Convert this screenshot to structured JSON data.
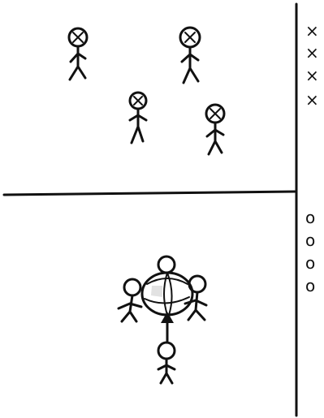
{
  "colors": {
    "ink": "#111111",
    "paper": "#ffffff"
  },
  "scoreboard": {
    "crosses": [
      "×",
      "×",
      "×",
      "×"
    ],
    "circles": [
      "o",
      "o",
      "o",
      "o"
    ]
  }
}
